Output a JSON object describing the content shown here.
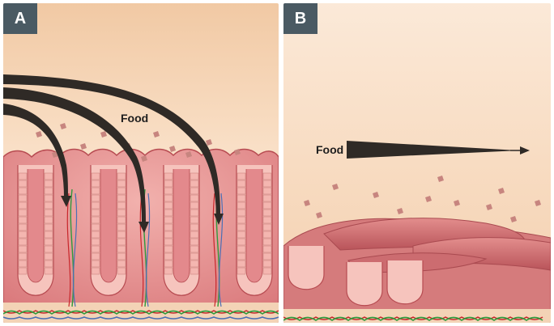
{
  "panels": [
    {
      "id": "A",
      "badge": "A",
      "food_label": "Food"
    },
    {
      "id": "B",
      "badge": "B",
      "food_label": "Food"
    }
  ],
  "colors": {
    "background_light": "#fbe6d2",
    "background_warm": "#f1c9a4",
    "tissue": "#e99a98",
    "tissue_dark": "#b74b51",
    "cell_fill": "#f4b6b0",
    "arrow": "#2f2a26",
    "blood_red": "#c8262b",
    "lymph_green": "#2f9a3c",
    "vessel_blue": "#4a6fb5",
    "badge": "#4a5a63"
  },
  "icons": [
    "flow-arrow-icon"
  ]
}
